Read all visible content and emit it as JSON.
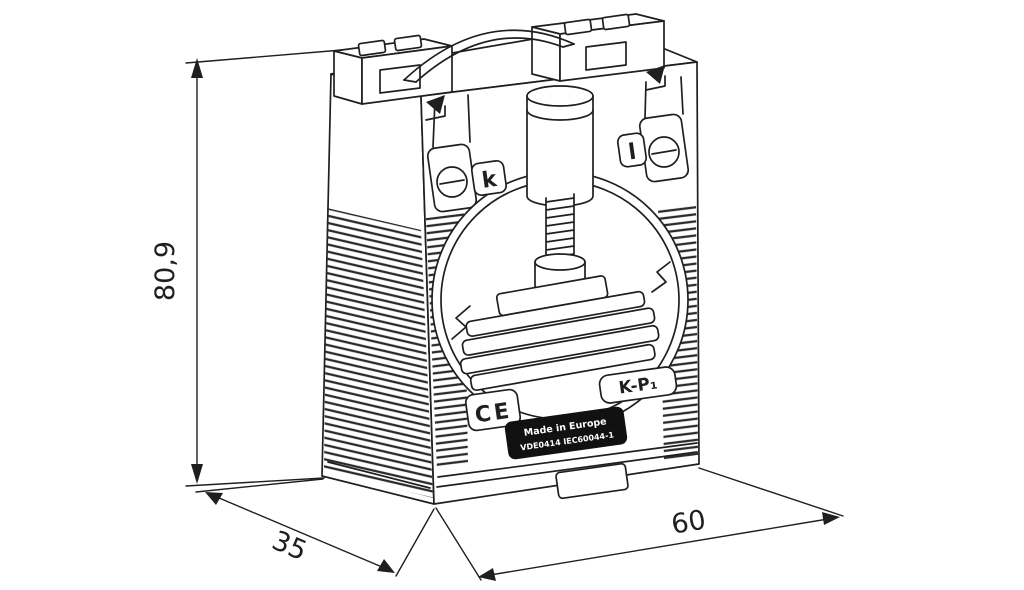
{
  "dimensions": {
    "height": "80,9",
    "depth": "35",
    "width": "60"
  },
  "device_markings": {
    "terminal_k": "k",
    "terminal_l": "l",
    "model": "K-P₁",
    "ce_mark": "CE",
    "origin": "Made in Europe",
    "standards": "VDE0414 IEC60044-1"
  },
  "colors": {
    "line": "#1f1f1f",
    "background": "#ffffff",
    "label_bg": "#111111",
    "label_text": "#ffffff"
  }
}
